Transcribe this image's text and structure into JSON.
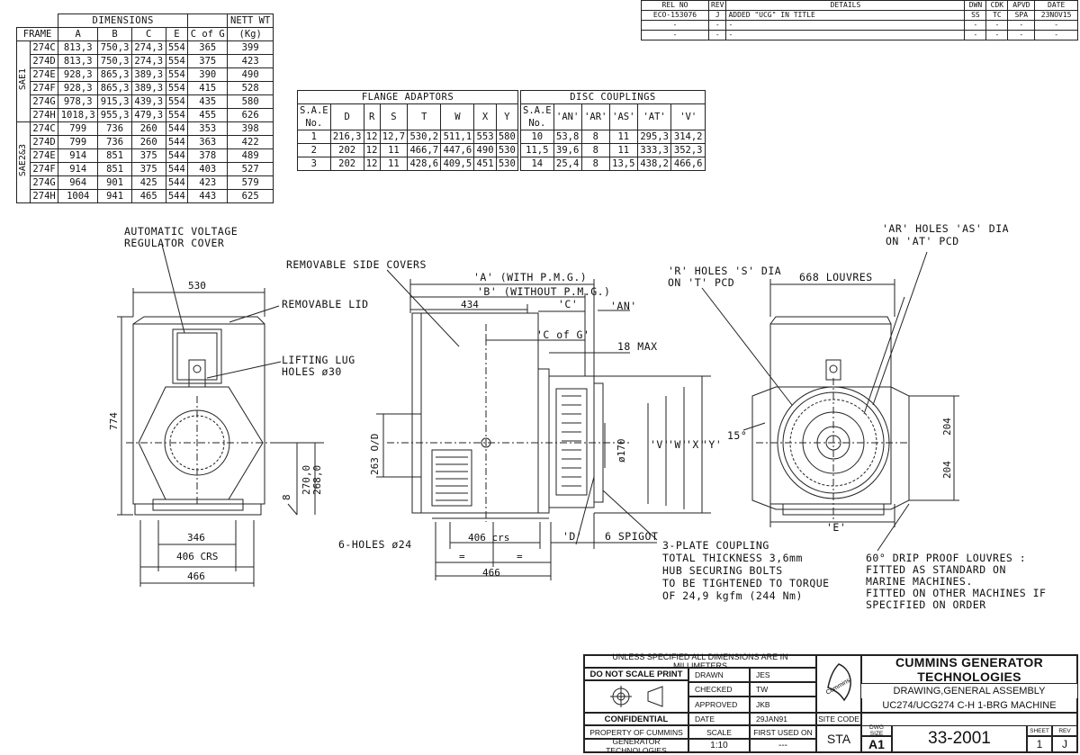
{
  "dims_table": {
    "title": "DIMENSIONS",
    "netwt_header": "NETT WT",
    "col_headers": [
      "FRAME",
      "A",
      "B",
      "C",
      "E",
      "C of G",
      "(Kg)"
    ],
    "groups": [
      {
        "label": "SAE1",
        "rows": [
          [
            "274C",
            "813,3",
            "750,3",
            "274,3",
            "554",
            "365",
            "399"
          ],
          [
            "274D",
            "813,3",
            "750,3",
            "274,3",
            "554",
            "375",
            "423"
          ],
          [
            "274E",
            "928,3",
            "865,3",
            "389,3",
            "554",
            "390",
            "490"
          ],
          [
            "274F",
            "928,3",
            "865,3",
            "389,3",
            "554",
            "415",
            "528"
          ],
          [
            "274G",
            "978,3",
            "915,3",
            "439,3",
            "554",
            "435",
            "580"
          ],
          [
            "274H",
            "1018,3",
            "955,3",
            "479,3",
            "554",
            "455",
            "626"
          ]
        ]
      },
      {
        "label": "SAE2&3",
        "rows": [
          [
            "274C",
            "799",
            "736",
            "260",
            "544",
            "353",
            "398"
          ],
          [
            "274D",
            "799",
            "736",
            "260",
            "544",
            "363",
            "422"
          ],
          [
            "274E",
            "914",
            "851",
            "375",
            "544",
            "378",
            "489"
          ],
          [
            "274F",
            "914",
            "851",
            "375",
            "544",
            "403",
            "527"
          ],
          [
            "274G",
            "964",
            "901",
            "425",
            "544",
            "423",
            "579"
          ],
          [
            "274H",
            "1004",
            "941",
            "465",
            "544",
            "443",
            "625"
          ]
        ]
      }
    ]
  },
  "flange_table": {
    "title": "FLANGE ADAPTORS",
    "headers": [
      "S.A.E No.",
      "D",
      "R",
      "S",
      "T",
      "W",
      "X",
      "Y"
    ],
    "rows": [
      [
        "1",
        "216,3",
        "12",
        "12,7",
        "530,2",
        "511,1",
        "553",
        "580"
      ],
      [
        "2",
        "202",
        "12",
        "11",
        "466,7",
        "447,6",
        "490",
        "530"
      ],
      [
        "3",
        "202",
        "12",
        "11",
        "428,6",
        "409,5",
        "451",
        "530"
      ]
    ]
  },
  "disc_table": {
    "title": "DISC COUPLINGS",
    "headers": [
      "S.A.E No.",
      "'AN'",
      "'AR'",
      "'AS'",
      "'AT'",
      "'V'"
    ],
    "rows": [
      [
        "10",
        "53,8",
        "8",
        "11",
        "295,3",
        "314,2"
      ],
      [
        "11,5",
        "39,6",
        "8",
        "11",
        "333,3",
        "352,3"
      ],
      [
        "14",
        "25,4",
        "8",
        "13,5",
        "438,2",
        "466,6"
      ]
    ]
  },
  "rev_table": {
    "headers": [
      "REL NO",
      "REV",
      "DETAILS",
      "DWN",
      "CDK",
      "APVD",
      "DATE"
    ],
    "rows": [
      [
        "ECO-153076",
        "J",
        "ADDED \"UCG\" IN TITLE",
        "SS",
        "TC",
        "SPA",
        "23NOV15"
      ],
      [
        "-",
        "-",
        "-",
        "-",
        "-",
        "-",
        "-"
      ],
      [
        "-",
        "-",
        "-",
        "-",
        "-",
        "-",
        "-"
      ]
    ]
  },
  "labels": {
    "avr_cover_1": "AUTOMATIC VOLTAGE",
    "avr_cover_2": "REGULATOR COVER",
    "removable_lid": "REMOVABLE LID",
    "lifting_lug_1": "LIFTING LUG",
    "lifting_lug_2": "HOLES ø30",
    "removable_side_covers": "REMOVABLE SIDE COVERS",
    "a_with_pmg": "'A' (WITH P.M.G.)",
    "b_without_pmg": "'B' (WITHOUT P.M.G.)",
    "an": "'AN'",
    "c": "'C'",
    "c_of_g": "'C of G'",
    "max18": "18 MAX",
    "r_holes_1": "'R' HOLES 'S' DIA",
    "r_holes_2": "ON 'T' PCD",
    "ar_holes_1": "'AR' HOLES 'AS' DIA",
    "ar_holes_2": "ON 'AT' PCD",
    "louvres_668": "668 LOUVRES",
    "six_holes": "6-HOLES ø24",
    "d": "'D'",
    "spigot": "6 SPIGOT",
    "coupling": [
      "3-PLATE COUPLING",
      "TOTAL THICKNESS 3,6mm",
      "HUB SECURING BOLTS",
      "TO BE TIGHTENED TO TORQUE",
      "OF 24,9 kgfm (244 Nm)"
    ],
    "louvre_note": [
      "60° DRIP PROOF LOUVRES :",
      "FITTED AS STANDARD ON",
      "MARINE MACHINES.",
      "FITTED ON OTHER MACHINES IF",
      "SPECIFIED ON ORDER"
    ],
    "e": "'E'",
    "v": "'V'",
    "w": "'W'",
    "x": "'X'",
    "y": "'Y'",
    "deg15": "15°"
  },
  "dims": {
    "d530": "530",
    "d774": "774",
    "d346": "346",
    "d406crs": "406 CRS",
    "d466": "466",
    "d8": "8",
    "d270": "270,0",
    "d268": "268,0",
    "d434": "434",
    "d263od": "263 O/D",
    "d406crs2": "406 crs",
    "d466b": "466",
    "d170": "ø170",
    "d204a": "204",
    "d204b": "204",
    "eq": "="
  },
  "title_block": {
    "note": "UNLESS SPECIFIED ALL DIMENSIONS ARE IN MILLIMETERS",
    "do_not_scale": "DO NOT SCALE PRINT",
    "drawn_label": "DRAWN",
    "drawn": "JES",
    "checked_label": "CHECKED",
    "checked": "TW",
    "approved_label": "APPROVED",
    "approved": "JKB",
    "confidential": "CONFIDENTIAL",
    "date_label": "DATE",
    "date": "29JAN91",
    "property_1": "PROPERTY OF CUMMINS",
    "property_2": "GENERATOR TECHNOLOGIES",
    "scale_label": "SCALE",
    "scale": "1:10",
    "first_used_label": "FIRST USED ON",
    "first_used": "---",
    "site_code_label": "SITE CODE",
    "site_code": "STA",
    "company": "CUMMINS GENERATOR TECHNOLOGIES",
    "title_1": "DRAWING,GENERAL ASSEMBLY",
    "title_2": "UC274/UCG274 C-H 1-BRG MACHINE",
    "dwg_size_label": "DWG SIZE",
    "dwg_size": "A1",
    "dwg_no": "33-2001",
    "sheet_label": "SHEET",
    "sheet": "1",
    "rev_label": "REV",
    "rev": "J",
    "logo_text": "Cummins"
  }
}
